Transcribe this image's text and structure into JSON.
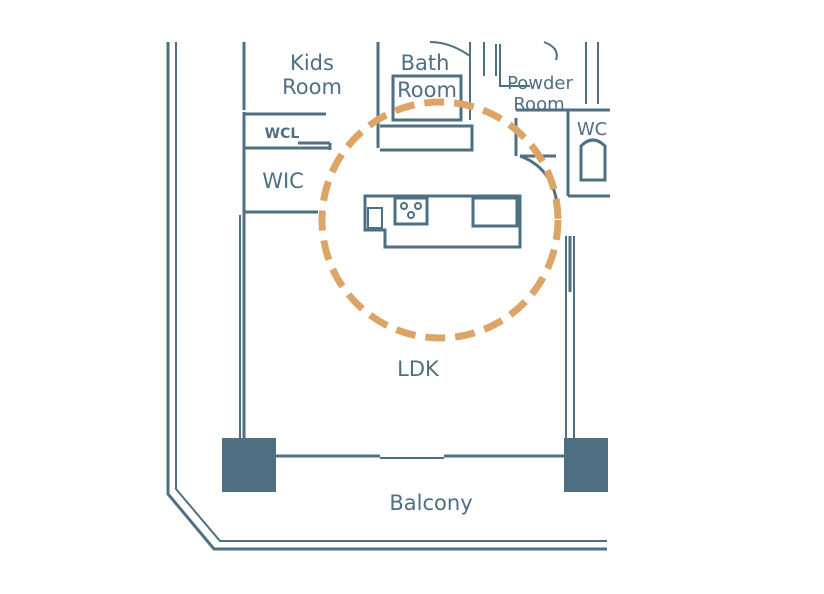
{
  "rooms": {
    "kids_room": [
      "Kids",
      "Room"
    ],
    "bath_room": [
      "Bath",
      "Room"
    ],
    "powder_room": [
      "Powder",
      "Room"
    ],
    "wcl": "WCL",
    "wic": "WIC",
    "wc": "WC",
    "ldk": "LDK",
    "balcony": "Balcony"
  },
  "colors": {
    "wall": "#4f6f82",
    "highlight": "#dca567",
    "background": "#ffffff"
  }
}
